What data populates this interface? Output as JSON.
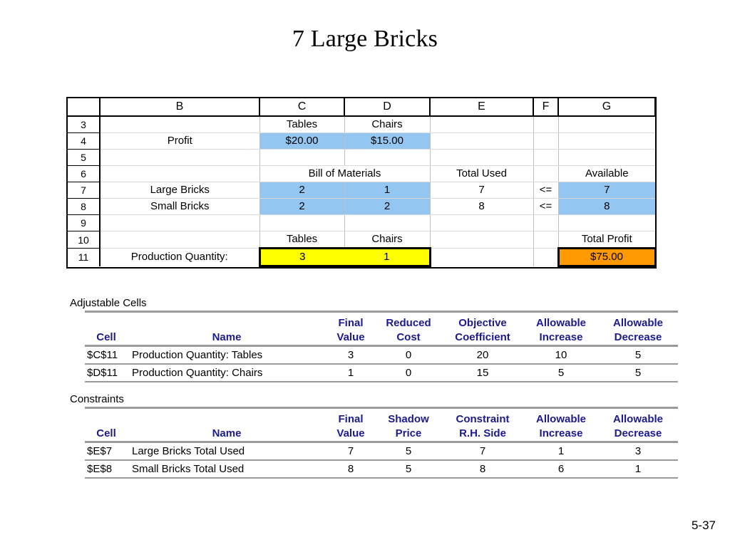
{
  "slide": {
    "title": "7 Large Bricks",
    "page_number": "5-37"
  },
  "colors": {
    "highlight_blue": "#93C7F2",
    "input_yellow": "#FFFF00",
    "objective_orange": "#FF9900",
    "header_navy": "#1B1B8F",
    "rule_gray": "#9A9A9A"
  },
  "spreadsheet": {
    "column_headers": [
      "",
      "B",
      "C",
      "D",
      "E",
      "F",
      "G"
    ],
    "rows": [
      {
        "row": "3",
        "B": "",
        "C": "Tables",
        "D": "Chairs",
        "E": "",
        "F": "",
        "G": ""
      },
      {
        "row": "4",
        "B": "Profit",
        "C": "$20.00",
        "D": "$15.00",
        "E": "",
        "F": "",
        "G": ""
      },
      {
        "row": "5",
        "B": "",
        "C": "",
        "D": "",
        "E": "",
        "F": "",
        "G": ""
      },
      {
        "row": "6",
        "B": "",
        "CD": "Bill of Materials",
        "E": "Total Used",
        "F": "",
        "G": "Available"
      },
      {
        "row": "7",
        "B": "Large Bricks",
        "C": "2",
        "D": "1",
        "E": "7",
        "F": "<=",
        "G": "7"
      },
      {
        "row": "8",
        "B": "Small Bricks",
        "C": "2",
        "D": "2",
        "E": "8",
        "F": "<=",
        "G": "8"
      },
      {
        "row": "9",
        "B": "",
        "C": "",
        "D": "",
        "E": "",
        "F": "",
        "G": ""
      },
      {
        "row": "10",
        "B": "",
        "C": "Tables",
        "D": "Chairs",
        "E": "",
        "F": "",
        "G": "Total Profit"
      },
      {
        "row": "11",
        "B": "Production Quantity:",
        "C": "3",
        "D": "1",
        "E": "",
        "F": "",
        "G": "$75.00"
      }
    ]
  },
  "adjustable_cells": {
    "caption": "Adjustable Cells",
    "headers": {
      "cell": "Cell",
      "name": "Name",
      "col3_line1": "Final",
      "col3_line2": "Value",
      "col4_line1": "Reduced",
      "col4_line2": "Cost",
      "col5_line1": "Objective",
      "col5_line2": "Coefficient",
      "col6_line1": "Allowable",
      "col6_line2": "Increase",
      "col7_line1": "Allowable",
      "col7_line2": "Decrease"
    },
    "rows": [
      {
        "cell": "$C$11",
        "name": "Production Quantity: Tables",
        "final_value": "3",
        "reduced_cost": "0",
        "objective_coefficient": "20",
        "allowable_increase": "10",
        "allowable_decrease": "5"
      },
      {
        "cell": "$D$11",
        "name": "Production Quantity: Chairs",
        "final_value": "1",
        "reduced_cost": "0",
        "objective_coefficient": "15",
        "allowable_increase": "5",
        "allowable_decrease": "5"
      }
    ]
  },
  "constraints": {
    "caption": "Constraints",
    "headers": {
      "cell": "Cell",
      "name": "Name",
      "col3_line1": "Final",
      "col3_line2": "Value",
      "col4_line1": "Shadow",
      "col4_line2": "Price",
      "col5_line1": "Constraint",
      "col5_line2": "R.H. Side",
      "col6_line1": "Allowable",
      "col6_line2": "Increase",
      "col7_line1": "Allowable",
      "col7_line2": "Decrease"
    },
    "rows": [
      {
        "cell": "$E$7",
        "name": "Large Bricks Total Used",
        "final_value": "7",
        "shadow_price": "5",
        "rh_side": "7",
        "allowable_increase": "1",
        "allowable_decrease": "3"
      },
      {
        "cell": "$E$8",
        "name": "Small Bricks Total Used",
        "final_value": "8",
        "shadow_price": "5",
        "rh_side": "8",
        "allowable_increase": "6",
        "allowable_decrease": "1"
      }
    ]
  }
}
